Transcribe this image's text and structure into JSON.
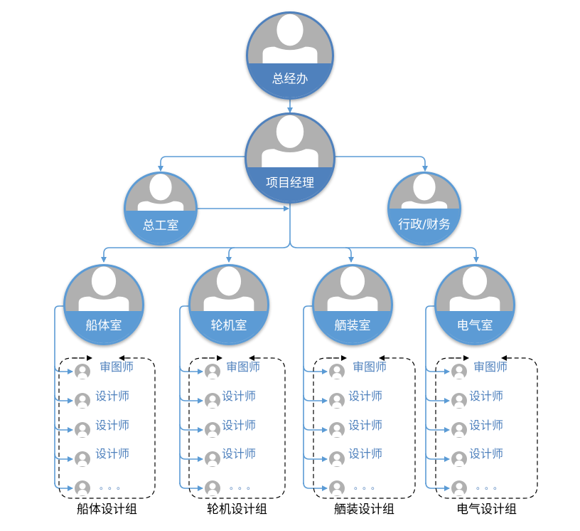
{
  "colors": {
    "top_node": "#4f81bd",
    "node": "#5b9bd5",
    "connector": "#5b9bd5",
    "avatar_bg": "#b0b0b0",
    "avatar_fg": "#ffffff",
    "role_text": "#4f81bd"
  },
  "nodes": {
    "general_office": {
      "label": "总经办",
      "icon": "person-avatar-icon"
    },
    "project_manager": {
      "label": "项目经理",
      "icon": "person-avatar-icon"
    },
    "chief_engineer_office": {
      "label": "总工室",
      "icon": "person-avatar-icon"
    },
    "admin_finance": {
      "label": "行政/财务",
      "icon": "person-avatar-icon"
    }
  },
  "departments": [
    {
      "label": "船体室",
      "group_label": "船体设计组",
      "members": [
        "审图师",
        "设计师",
        "设计师",
        "设计师",
        "。。。"
      ]
    },
    {
      "label": "轮机室",
      "group_label": "轮机设计组",
      "members": [
        "审图师",
        "设计师",
        "设计师",
        "设计师",
        "。。。"
      ]
    },
    {
      "label": "舾装室",
      "group_label": "舾装设计组",
      "members": [
        "审图师",
        "设计师",
        "设计师",
        "设计师",
        "。。。"
      ]
    },
    {
      "label": "电气室",
      "group_label": "电气设计组",
      "members": [
        "审图师",
        "设计师",
        "设计师",
        "设计师",
        "。。。"
      ]
    }
  ]
}
